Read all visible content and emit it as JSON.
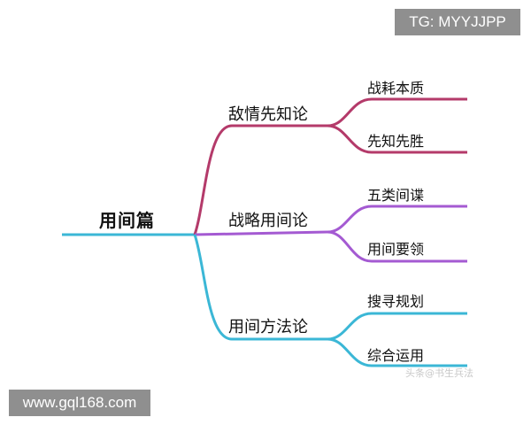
{
  "mindmap": {
    "root": "用间篇",
    "branches": [
      {
        "label": "敌情先知论",
        "color": "#b43a6a",
        "children": [
          "战耗本质",
          "先知先胜"
        ]
      },
      {
        "label": "战略用间论",
        "color": "#a45ad2",
        "children": [
          "五类间谍",
          "用间要领"
        ]
      },
      {
        "label": "用间方法论",
        "color": "#3bb7d6",
        "children": [
          "搜寻规划",
          "综合运用"
        ]
      }
    ]
  },
  "watermarks": {
    "top_right": "TG: MYYJJPP",
    "bottom_left": "www.gql168.com",
    "faint_credit": "头条@书生兵法"
  }
}
